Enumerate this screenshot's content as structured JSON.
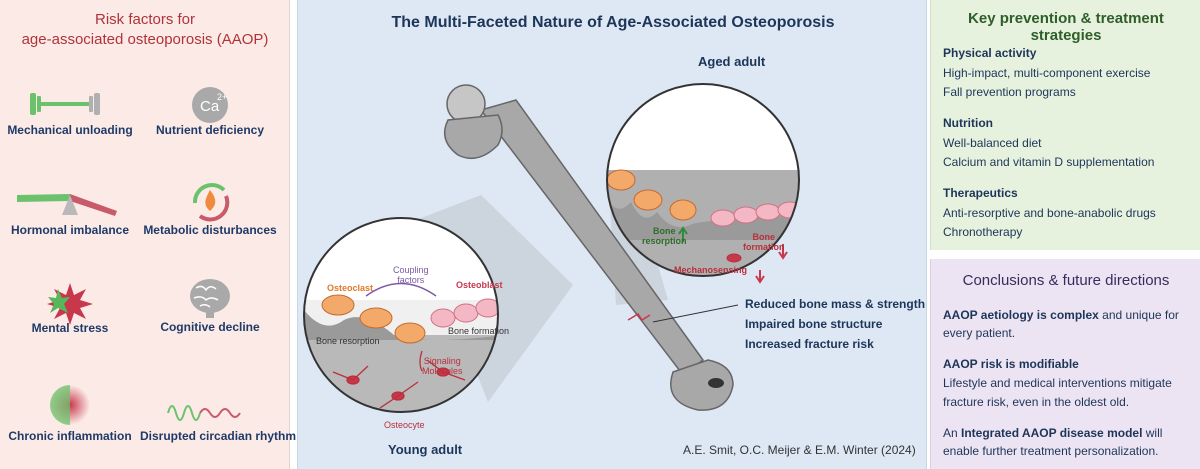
{
  "left_panel": {
    "title_line1": "Risk factors for",
    "title_line2": "age-associated osteoporosis (AAOP)",
    "factors": [
      {
        "label": "Mechanical unloading",
        "icon": "dumbbell-icon"
      },
      {
        "label": "Nutrient deficiency",
        "icon": "calcium-icon",
        "icon_text": "Ca",
        "icon_sup": "2+"
      },
      {
        "label": "Hormonal imbalance",
        "icon": "seesaw-icon"
      },
      {
        "label": "Metabolic disturbances",
        "icon": "metabolic-flame-icon"
      },
      {
        "label": "Mental stress",
        "icon": "stress-burst-icon"
      },
      {
        "label": "Cognitive decline",
        "icon": "brain-icon"
      },
      {
        "label": "Chronic inflammation",
        "icon": "inflammation-icon"
      },
      {
        "label": "Disrupted circadian rhythm",
        "icon": "wave-icon"
      }
    ]
  },
  "middle_panel": {
    "title": "The Multi-Faceted Nature of Age-Associated Osteoporosis",
    "aged_adult": "Aged adult",
    "young_adult": "Young adult",
    "young_labels": {
      "osteoclast": "Osteoclast",
      "coupling1": "Coupling",
      "coupling2": "factors",
      "osteoblast": "Osteoblast",
      "bone_resorption": "Bone resorption",
      "bone_formation": "Bone formation",
      "signaling1": "Signaling",
      "signaling2": "Molecules",
      "osteocyte": "Osteocyte"
    },
    "aged_labels": {
      "resorption1": "Bone",
      "resorption2": "resorption",
      "formation1": "Bone",
      "formation2": "formation",
      "mechanosensing": "Mechanosensing"
    },
    "outcomes": [
      "Reduced bone mass & strength",
      "Impaired bone structure",
      "Increased fracture risk"
    ],
    "credit": "A.E. Smit, O.C. Meijer & E.M. Winter (2024)",
    "colors": {
      "bone": "#9a9a9a",
      "osteoclast": "#f2a96a",
      "osteoblast": "#f4b8c4",
      "osteocyte": "#b8303c"
    }
  },
  "strategies": {
    "title": "Key prevention & treatment strategies",
    "sections": [
      {
        "heading": "Physical activity",
        "items": [
          "High-impact, multi-component exercise",
          "Fall prevention programs"
        ]
      },
      {
        "heading": "Nutrition",
        "items": [
          "Well-balanced diet",
          "Calcium and vitamin D supplementation"
        ]
      },
      {
        "heading": "Therapeutics",
        "items": [
          "Anti-resorptive and bone-anabolic drugs",
          "Chronotherapy"
        ]
      }
    ]
  },
  "conclusions": {
    "title": "Conclusions & future directions",
    "p1_bold": "AAOP aetiology is complex",
    "p1_rest": " and unique for",
    "p1_line2": "every patient.",
    "p2_heading": "AAOP risk is modifiable",
    "p2_line1": "Lifestyle and medical interventions mitigate",
    "p2_line2": "fracture risk, even in the oldest old.",
    "p3_pre": "An ",
    "p3_bold": "Integrated AAOP disease model",
    "p3_rest": " will",
    "p3_line2": "enable further treatment personalization."
  }
}
